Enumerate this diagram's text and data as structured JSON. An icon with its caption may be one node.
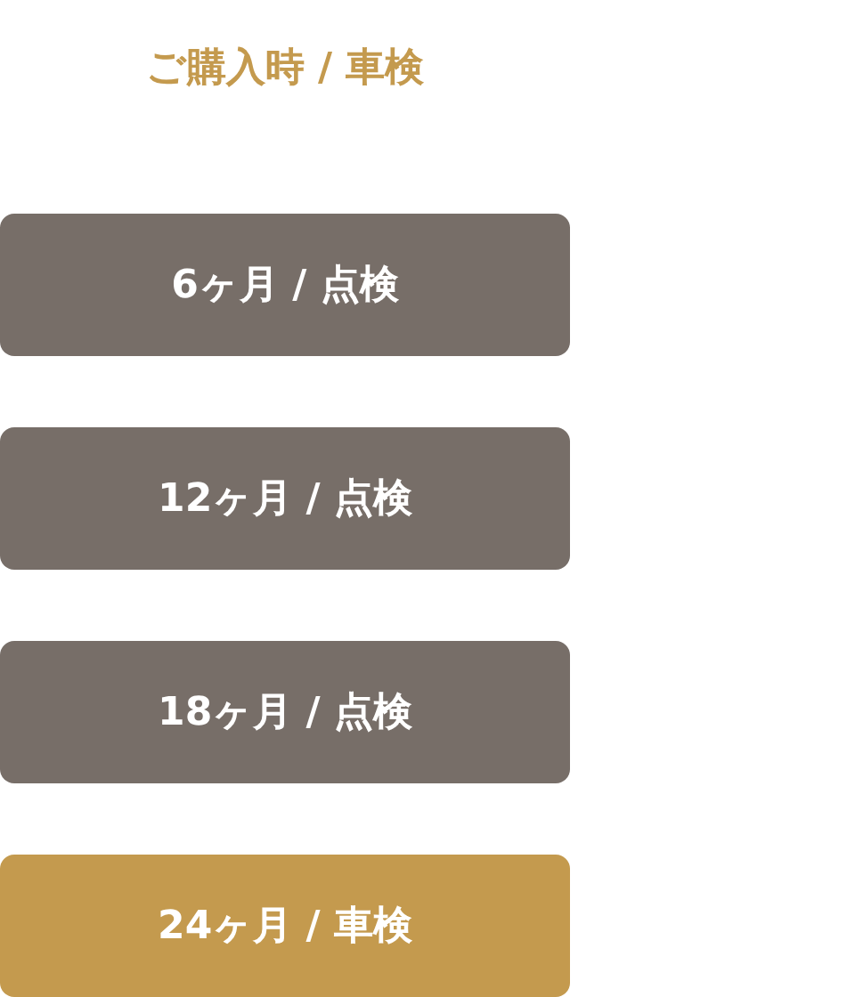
{
  "diagram": {
    "title": "ご購入時 / 車検",
    "nodes": [
      {
        "text": [
          "6ヶ月 / 点検"
        ]
      },
      {
        "text": [
          "12ヶ月 / 点検"
        ]
      },
      {
        "text": [
          "18ヶ月 / 点検"
        ]
      },
      {
        "text": [
          "24ヶ月 / 車検"
        ]
      }
    ]
  }
}
